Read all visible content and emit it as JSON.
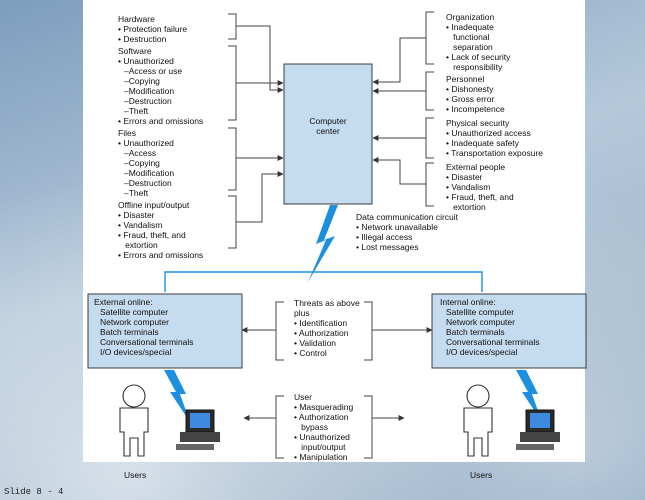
{
  "diagram": {
    "hardware": {
      "title": "Hardware",
      "items": [
        "• Protection failure",
        "• Destruction"
      ]
    },
    "software": {
      "title": "Software",
      "items": [
        "• Unauthorized",
        "–Access or use",
        "–Copying",
        "–Modification",
        "–Destruction",
        "–Theft",
        "• Errors and omissions"
      ]
    },
    "files": {
      "title": "Files",
      "items": [
        "• Unauthorized",
        "–Access",
        "–Copying",
        "–Modification",
        "–Destruction",
        "–Theft"
      ]
    },
    "offline": {
      "title": "Offline input/output",
      "items": [
        "• Disaster",
        "• Vandalism",
        "• Fraud, theft, and",
        "   extortion",
        "• Errors and omissions"
      ]
    },
    "organization": {
      "title": "Organization",
      "items": [
        "• Inadequate",
        "   functional",
        "   separation",
        "• Lack of security",
        "   responsibility"
      ]
    },
    "personnel": {
      "title": "Personnel",
      "items": [
        "• Dishonesty",
        "• Gross error",
        "• Incompetence"
      ]
    },
    "physical": {
      "title": "Physical security",
      "items": [
        "• Unauthorized access",
        "• Inadequate safety",
        "• Transportation exposure"
      ]
    },
    "external_people": {
      "title": "External people",
      "items": [
        "• Disaster",
        "• Vandalism",
        "• Fraud, theft, and",
        "   extortion"
      ]
    },
    "computer_center": [
      "Computer",
      "center"
    ],
    "data_comm": {
      "title": "Data communication circuit",
      "items": [
        "• Network unavailable",
        "• Illegal access",
        "• Lost messages"
      ]
    },
    "external_online": {
      "title": "External online:",
      "items": [
        "Satellite computer",
        "Network computer",
        "Batch terminals",
        "Conversational terminals",
        "I/O devices/special"
      ]
    },
    "internal_online": {
      "title": "Internal online:",
      "items": [
        "Satellite computer",
        "Network computer",
        "Batch terminals",
        "Conversational terminals",
        "I/O devices/special"
      ]
    },
    "threats": {
      "lines": [
        "Threats as above",
        "plus"
      ],
      "items": [
        "• Identification",
        "• Authorization",
        "• Validation",
        "• Control"
      ]
    },
    "user": {
      "title": "User",
      "items": [
        "• Masquerading",
        "• Authorization",
        "   bypass",
        "• Unauthorized",
        "   input/output",
        "• Manipulation"
      ]
    },
    "users_left": "Users",
    "users_right": "Users"
  },
  "footer": "Slide 8 - 4",
  "colors": {
    "box_fill": "#c5dbef",
    "box_stroke": "#3c3c3c",
    "bolt": "#1d8fe0",
    "line": "#444444"
  }
}
